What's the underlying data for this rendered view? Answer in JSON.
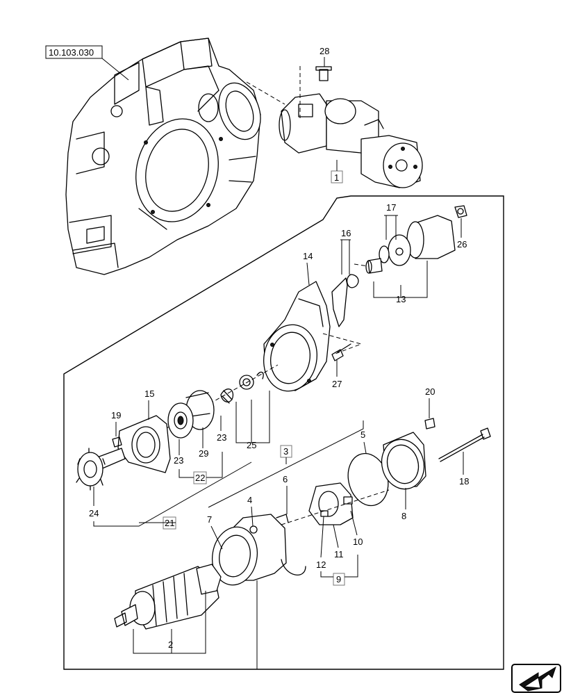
{
  "reference_label": "10.103.030",
  "callouts": {
    "c1": "1",
    "c2": "2",
    "c3": "3",
    "c4": "4",
    "c5": "5",
    "c6": "6",
    "c7": "7",
    "c8": "8",
    "c9": "9",
    "c10": "10",
    "c11": "11",
    "c12": "12",
    "c13": "13",
    "c14": "14",
    "c15": "15",
    "c16": "16",
    "c17": "17",
    "c18": "18",
    "c19": "19",
    "c20": "20",
    "c21": "21",
    "c22": "22",
    "c23a": "23",
    "c23b": "23",
    "c24": "24",
    "c25": "25",
    "c26": "26",
    "c27": "27",
    "c28": "28",
    "c29": "29"
  },
  "nav_icon": "next-page-arrow-icon"
}
